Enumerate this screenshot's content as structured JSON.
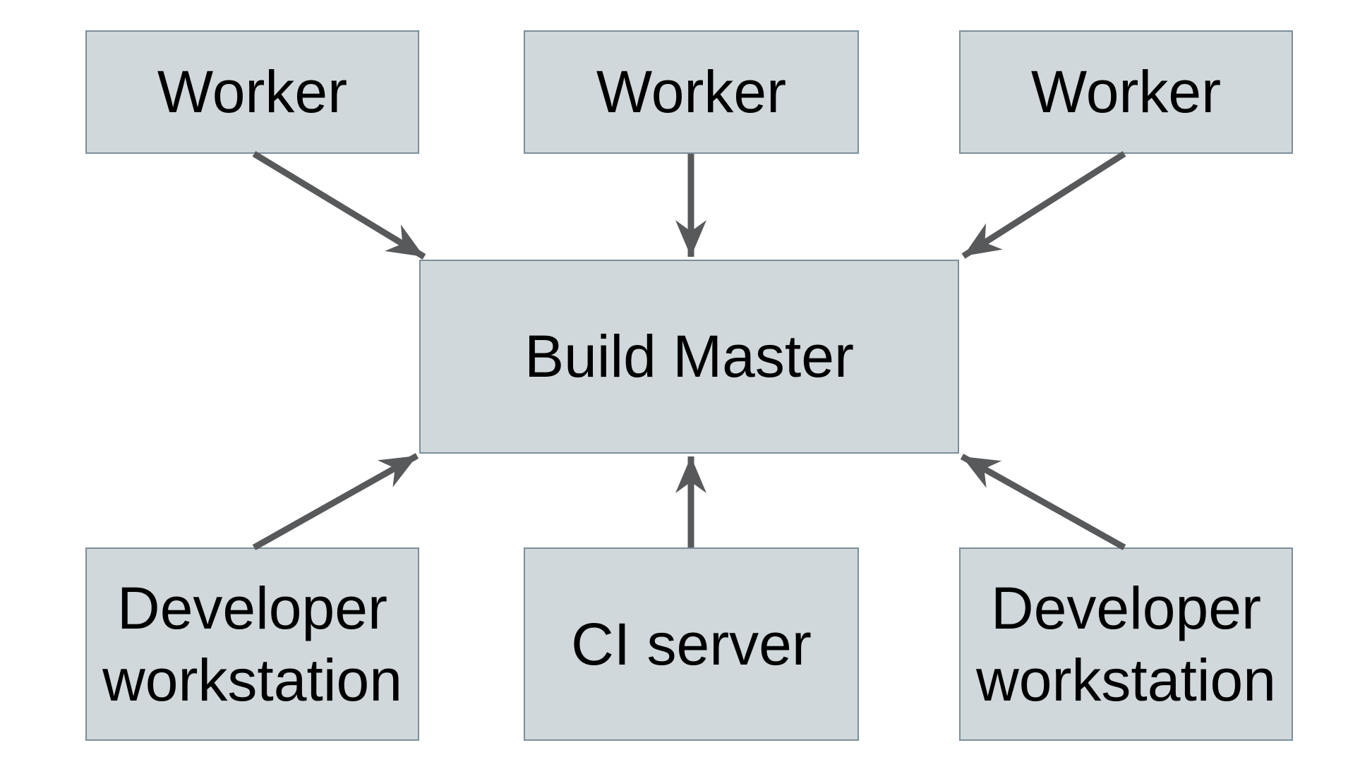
{
  "diagram": {
    "type": "architecture-diagram",
    "background": "#ffffff",
    "nodes": {
      "worker_left": {
        "label": "Worker"
      },
      "worker_center": {
        "label": "Worker"
      },
      "worker_right": {
        "label": "Worker"
      },
      "build_master": {
        "label": "Build Master"
      },
      "dev_workstation_left": {
        "label": "Developer workstation"
      },
      "ci_server": {
        "label": "CI server"
      },
      "dev_workstation_right": {
        "label": "Developer workstation"
      }
    },
    "edges": [
      {
        "from": "worker_left",
        "to": "build_master",
        "arrowhead": "into-top-left"
      },
      {
        "from": "worker_center",
        "to": "build_master",
        "arrowhead": "into-top-center"
      },
      {
        "from": "worker_right",
        "to": "build_master",
        "arrowhead": "into-top-right"
      },
      {
        "from": "dev_workstation_left",
        "to": "build_master",
        "arrowhead": "into-bottom-left"
      },
      {
        "from": "ci_server",
        "to": "build_master",
        "arrowhead": "into-bottom-center"
      },
      {
        "from": "dev_workstation_right",
        "to": "build_master",
        "arrowhead": "into-bottom-right"
      }
    ],
    "colors": {
      "node_fill": "#d0d8db",
      "node_border": "#7b8f99",
      "arrow": "#58595b",
      "text": "#000000"
    }
  }
}
